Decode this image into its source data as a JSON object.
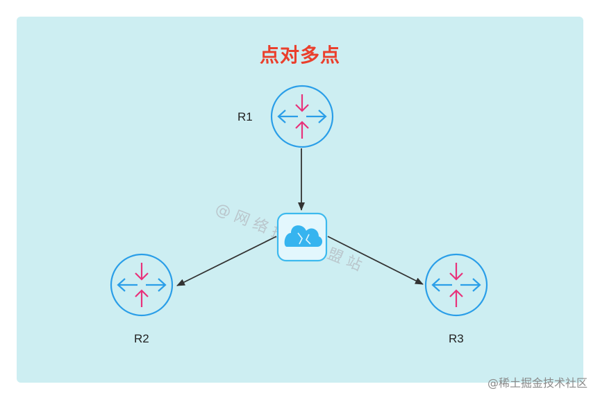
{
  "title": "点对多点",
  "nodes": {
    "r1": {
      "label": "R1",
      "type": "router"
    },
    "r2": {
      "label": "R2",
      "type": "router"
    },
    "r3": {
      "label": "R3",
      "type": "router"
    },
    "cloud": {
      "type": "cloud-switch"
    }
  },
  "links": [
    {
      "from": "r1",
      "to": "cloud"
    },
    {
      "from": "cloud",
      "to": "r2"
    },
    {
      "from": "cloud",
      "to": "r3"
    }
  ],
  "watermark": "@网络技术联盟站",
  "footer": "@稀土掘金技术社区",
  "colors": {
    "background": "#cdeef2",
    "title": "#ea3f2c",
    "router_blue": "#2a9ee8",
    "router_pink": "#e8317a",
    "cloud_fill": "#4fc3f0",
    "arrow": "#333333"
  },
  "icons": {
    "router": "router-icon",
    "cloud": "cloud-icon"
  }
}
